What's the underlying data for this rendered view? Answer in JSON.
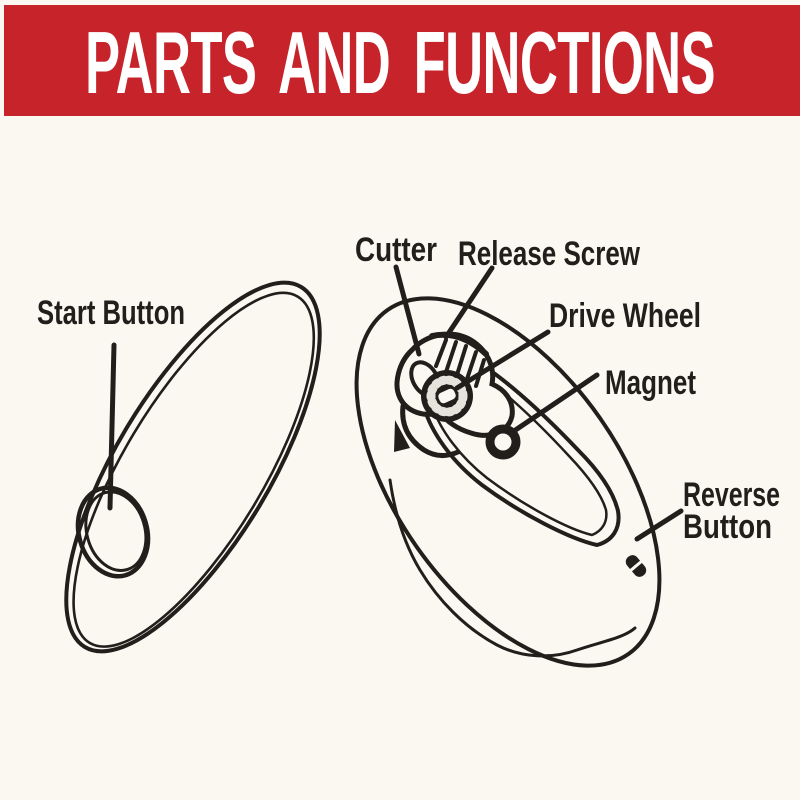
{
  "banner": {
    "title": "PARTS AND FUNCTIONS"
  },
  "colors": {
    "banner": "#c7232a",
    "title_text": "#ffffff",
    "ink": "#221e1b",
    "paper": "#fbf8f2"
  },
  "labels": {
    "start_button": "Start Button",
    "cutter": "Cutter",
    "release_screw": "Release Screw",
    "drive_wheel": "Drive Wheel",
    "magnet": "Magnet",
    "reverse_line1": "Reverse",
    "reverse_line2": "Button"
  }
}
